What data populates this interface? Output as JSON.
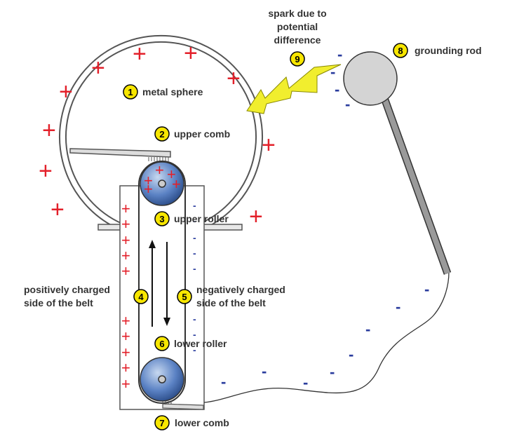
{
  "colors": {
    "positive": "#e3202a",
    "negative": "#2b3d9e",
    "badge": "#f7e600",
    "spark": "#f1ee2e",
    "roller": "#3a63a8",
    "rod": "#9a9a9a",
    "sphere_fill": "#d4d4d4"
  },
  "labels": {
    "metal_sphere": {
      "num": "1",
      "text": "metal sphere"
    },
    "upper_comb": {
      "num": "2",
      "text": "upper comb"
    },
    "upper_roller": {
      "num": "3",
      "text": "upper roller"
    },
    "positive_side": {
      "num": "4",
      "line1": "positively charged",
      "line2": "side of the belt"
    },
    "negative_side": {
      "num": "5",
      "line1": "negatively charged",
      "line2": "side of the belt"
    },
    "lower_roller": {
      "num": "6",
      "text": "lower roller"
    },
    "lower_comb": {
      "num": "7",
      "text": "lower comb"
    },
    "grounding_rod": {
      "num": "8",
      "text": "grounding rod"
    },
    "spark": {
      "num": "9",
      "line1": "spark due to",
      "line2": "potential",
      "line3": "difference"
    }
  },
  "symbols": {
    "plus": "+",
    "minus": "-"
  }
}
